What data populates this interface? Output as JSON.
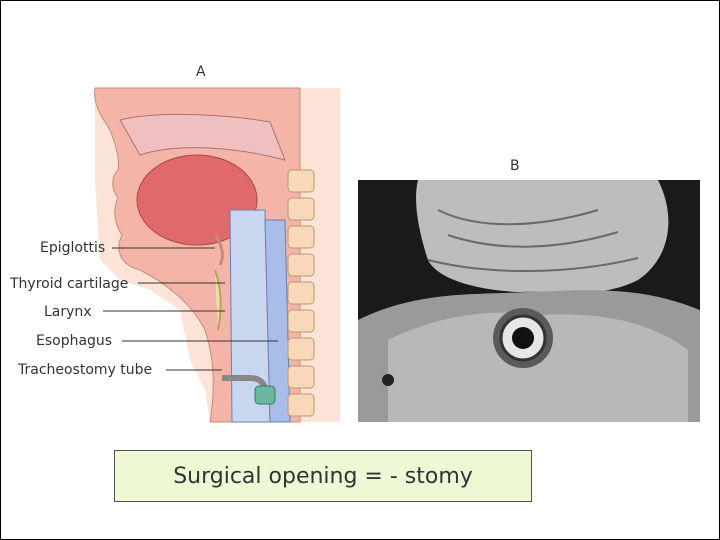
{
  "panel_a": {
    "letter": "A",
    "labels": {
      "epiglottis": "Epiglottis",
      "thyroid": "Thyroid cartilage",
      "larynx": "Larynx",
      "esophagus": "Esophagus",
      "trach_tube": "Tracheostomy tube"
    }
  },
  "panel_b": {
    "letter": "B"
  },
  "caption": "Surgical opening = - stomy",
  "colors": {
    "tissue_pink": "#f4b4a8",
    "tongue": "#e06a6a",
    "trachea_blue": "#c8d6f0",
    "spine": "#f8d8b8",
    "tube": "#6bb8a0",
    "caption_bg": "#eef8d4"
  }
}
